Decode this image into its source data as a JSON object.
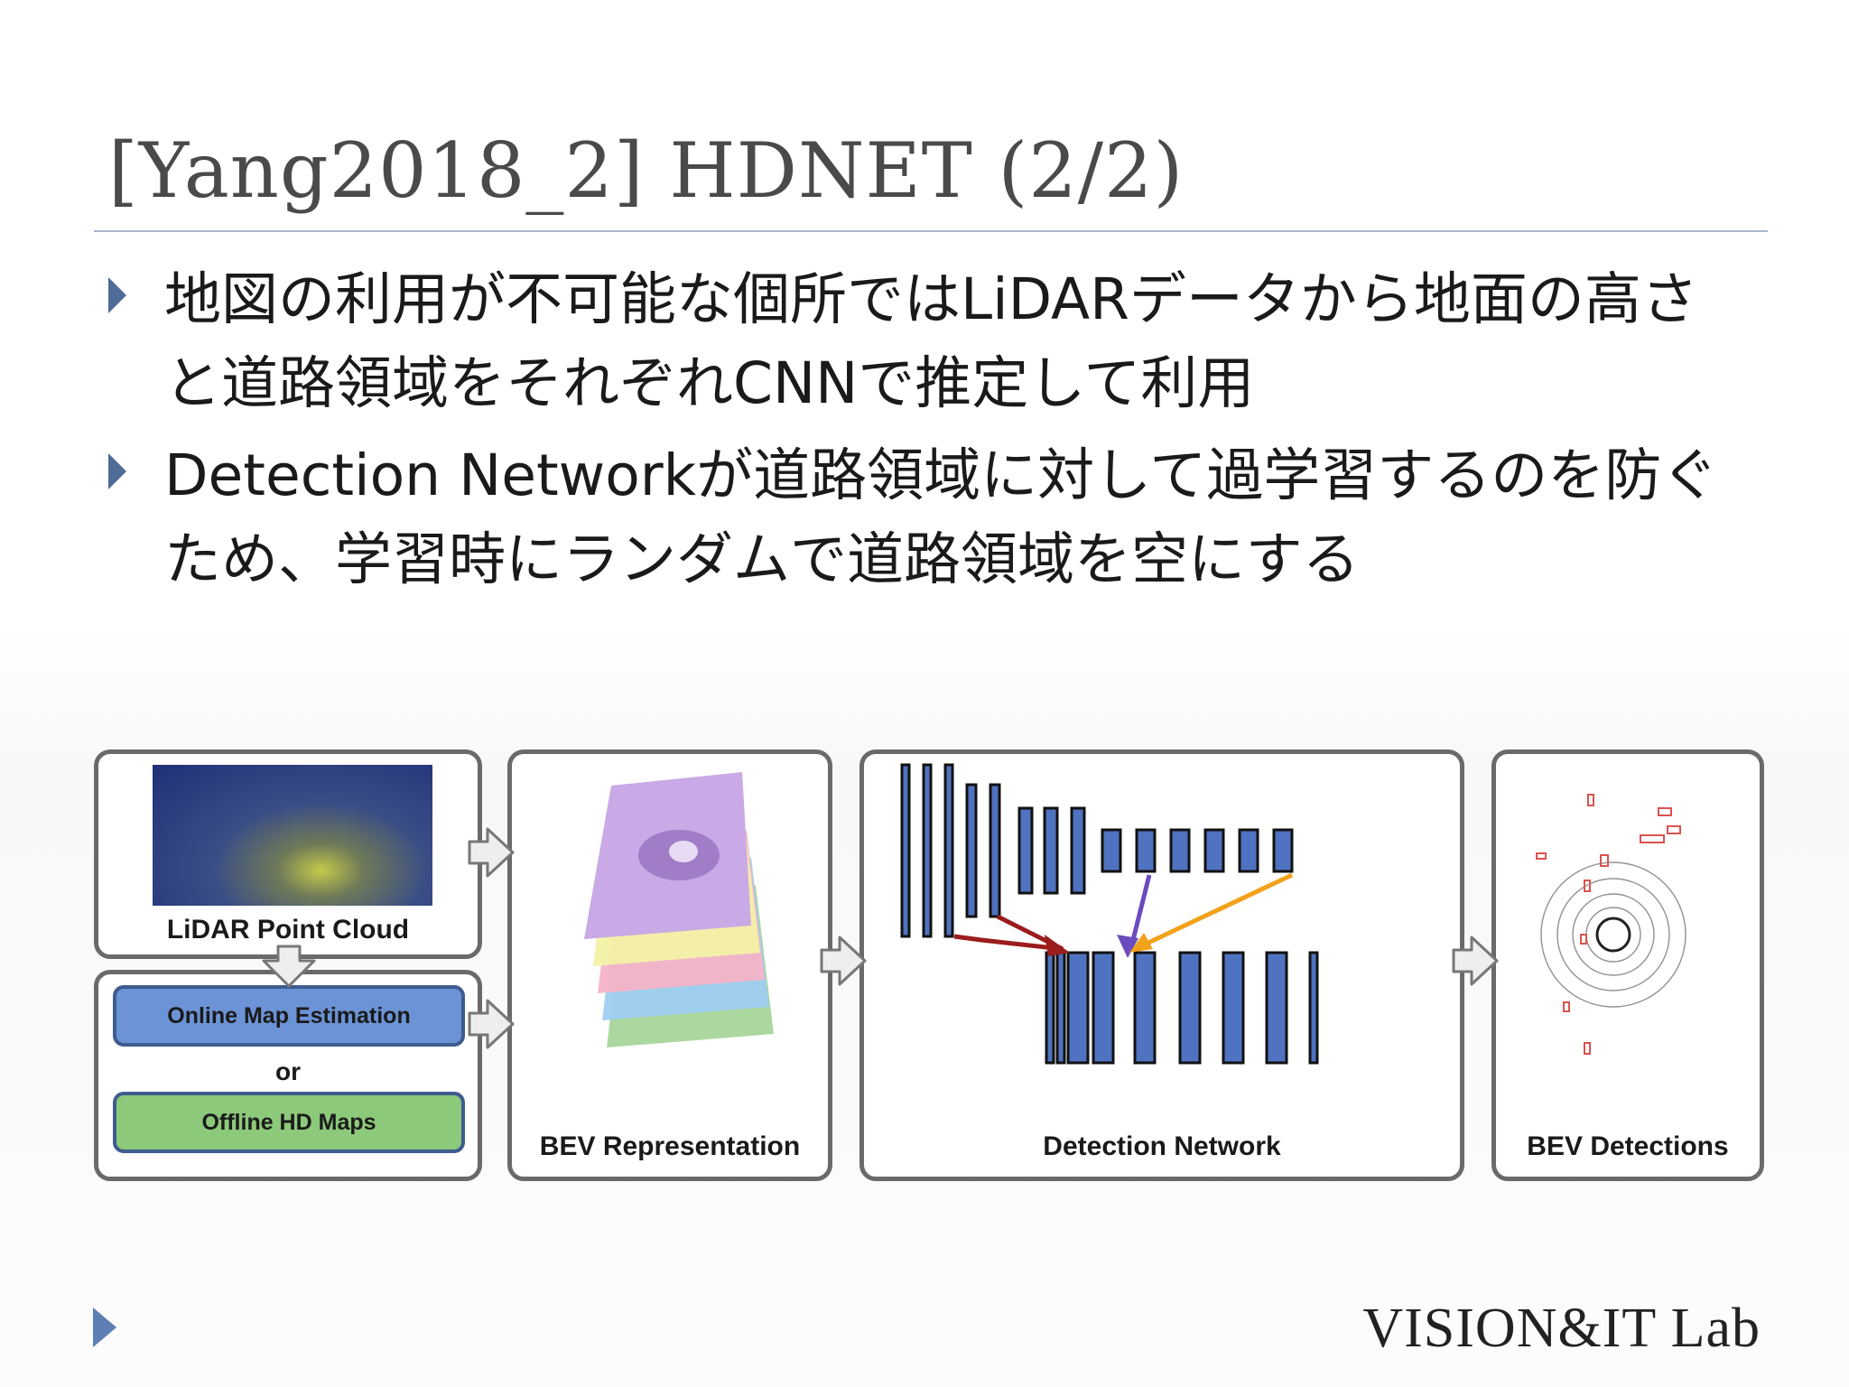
{
  "slide": {
    "title": "[Yang2018_2] HDNET (2/2)",
    "bullets": [
      "地図の利用が不可能な個所ではLiDARデータから地面の高さと道路領域をそれぞれCNNで推定して利用",
      "Detection Networkが道路領域に対して過学習するのを防ぐため、学習時にランダムで道路領域を空にする"
    ],
    "logo": "VISION&IT Lab"
  },
  "diagram": {
    "lidar_label": "LiDAR Point Cloud",
    "online_map_label": "Online Map Estimation",
    "or_label": "or",
    "offline_map_label": "Offline HD Maps",
    "bev_label": "BEV Representation",
    "detection_label": "Detection Network",
    "detections_label": "BEV Detections",
    "colors": {
      "online_map": "#6b93d6",
      "offline_map": "#8cc97a",
      "layer_blue": "#4f73c0",
      "arrow_red": "#9b1c1c",
      "arrow_purple": "#6a4bbf",
      "arrow_orange": "#f2a21a",
      "bev_layers": [
        "#c9a9e6",
        "#f2f2a6",
        "#f6b3c8",
        "#9ecff0",
        "#a8d69a"
      ]
    }
  }
}
